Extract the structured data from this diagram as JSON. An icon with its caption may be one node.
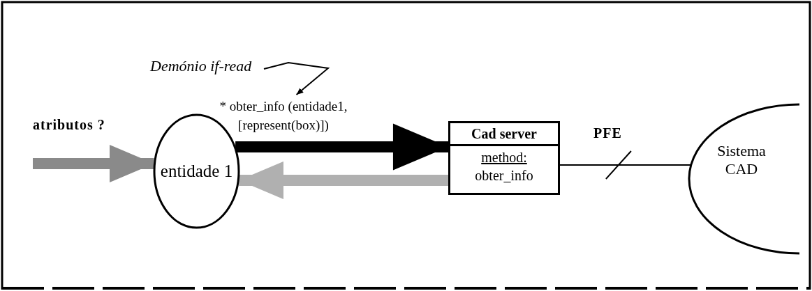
{
  "diagram": {
    "nodes": [
      {
        "text": [
          "entidade 1"
        ]
      },
      {
        "text": [
          "Cad server",
          "method:",
          "obter_info"
        ]
      },
      {
        "text": [
          "Sistema CAD"
        ]
      },
      {
        "text": [
          "Demónio if-read"
        ]
      },
      {
        "text": [
          "* obter_info (entidade1, [represent(box)])"
        ]
      }
    ],
    "edges": [
      {
        "from": null,
        "to": 0,
        "arrow": "to",
        "label": "atributos ?",
        "color": "#8a8a8a"
      },
      {
        "from": 0,
        "to": 1,
        "arrow": "to"
      },
      {
        "from": 1,
        "to": 0,
        "arrow": "to",
        "color": "#b0b0b0"
      },
      {
        "from": 1,
        "to": 2,
        "arrow": "none",
        "label": "PFE"
      },
      {
        "from": 3,
        "to": 4,
        "arrow": "to"
      }
    ]
  }
}
